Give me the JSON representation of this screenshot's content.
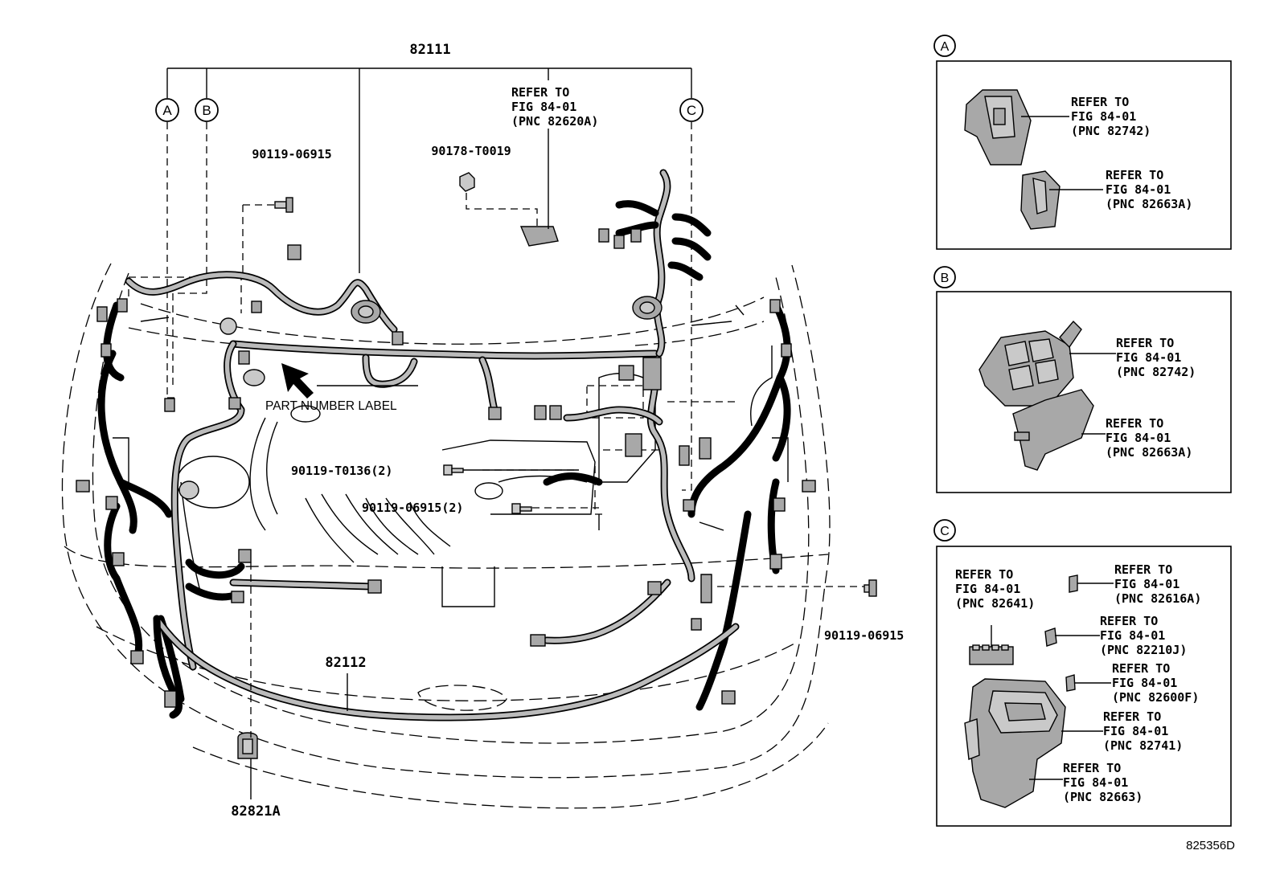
{
  "callouts": {
    "top_harness": "82111",
    "bottom_harness": "82112",
    "grommet": "82821A",
    "bolt_top_left": "90119-06915",
    "nut_top_center": "90178-T0019",
    "bolt_center": "90119-T0136(2)",
    "bolt_center_lower": "90119-06915(2)",
    "bolt_right": "90119-06915",
    "refer_top": [
      "REFER TO",
      "FIG 84-01",
      "(PNC 82620A)"
    ],
    "part_number_label": "PART NUMBER LABEL",
    "figure_id": "825356D"
  },
  "markers": {
    "a": "A",
    "b": "B",
    "c": "C"
  },
  "inset_a": {
    "marker": "A",
    "refs": [
      [
        "REFER TO",
        "FIG 84-01",
        "(PNC 82742)"
      ],
      [
        "REFER TO",
        "FIG 84-01",
        "(PNC 82663A)"
      ]
    ]
  },
  "inset_b": {
    "marker": "B",
    "refs": [
      [
        "REFER TO",
        "FIG 84-01",
        "(PNC 82742)"
      ],
      [
        "REFER TO",
        "FIG 84-01",
        "(PNC 82663A)"
      ]
    ]
  },
  "inset_c": {
    "marker": "C",
    "refs": [
      [
        "REFER TO",
        "FIG 84-01",
        "(PNC 82641)"
      ],
      [
        "REFER TO",
        "FIG 84-01",
        "(PNC 82616A)"
      ],
      [
        "REFER TO",
        "FIG 84-01",
        "(PNC 82210J)"
      ],
      [
        "REFER TO",
        "FIG 84-01",
        "(PNC 82600F)"
      ],
      [
        "REFER TO",
        "FIG 84-01",
        "(PNC 82741)"
      ],
      [
        "REFER TO",
        "FIG 84-01",
        "(PNC 82663)"
      ]
    ]
  }
}
